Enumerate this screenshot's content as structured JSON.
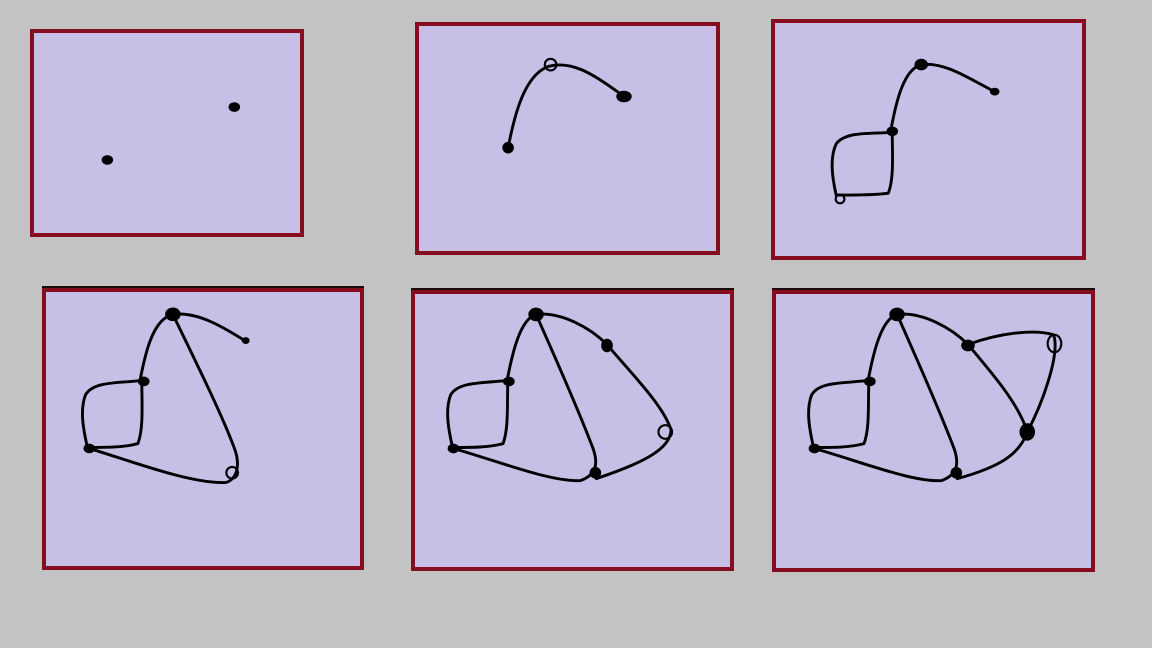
{
  "diagram": {
    "panels": [
      {
        "name": "panel-step-1"
      },
      {
        "name": "panel-step-2"
      },
      {
        "name": "panel-step-3"
      },
      {
        "name": "panel-step-4"
      },
      {
        "name": "panel-step-5"
      },
      {
        "name": "panel-step-6"
      }
    ],
    "colors": {
      "background": "#c3c3c3",
      "panel_fill": "#c7bfe6",
      "panel_border": "#860c20",
      "ink": "#000000"
    }
  }
}
